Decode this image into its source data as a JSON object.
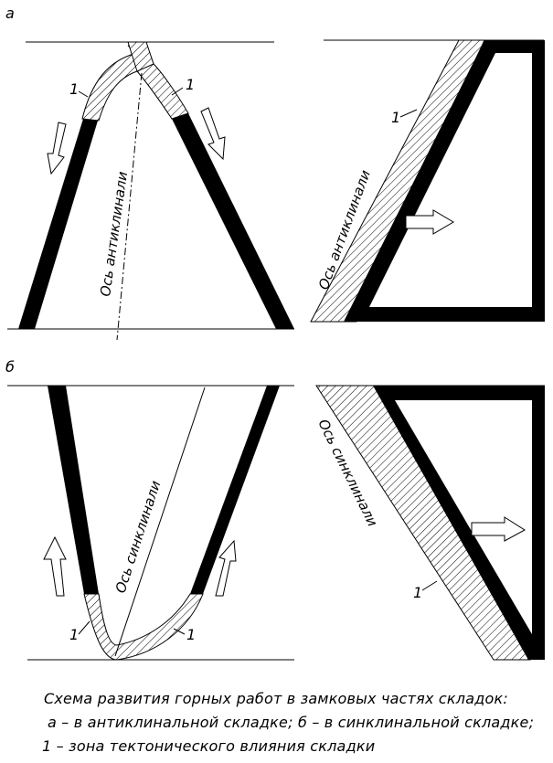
{
  "panels": {
    "a": {
      "letter": "а",
      "axis_label": "Ось антиклинали",
      "zone_number": "1"
    },
    "b": {
      "letter": "б",
      "axis_label": "Ось синклинали",
      "zone_number": "1"
    }
  },
  "caption": {
    "line1": "Схема развития горных работ в замковых частях складок:",
    "line2": "а – в антиклинальной складке; б – в синклинальной складке;",
    "line3": "1 – зона тектонического влияния складки"
  },
  "colors": {
    "ink": "#000000",
    "paper": "#ffffff"
  }
}
